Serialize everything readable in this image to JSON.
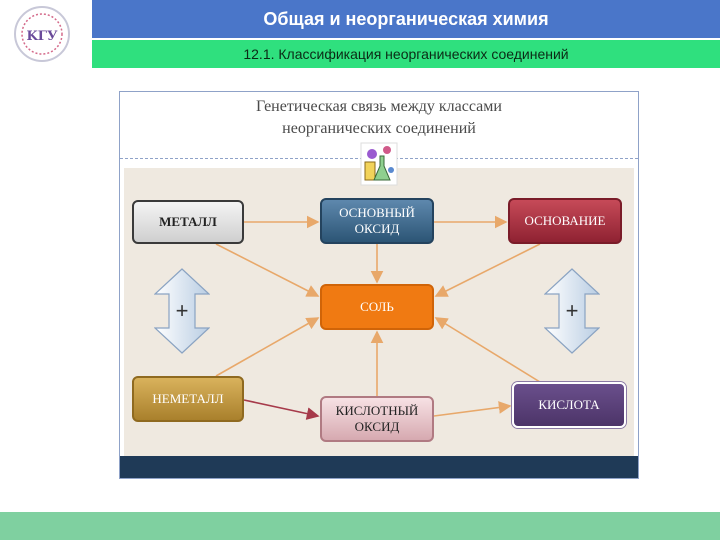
{
  "header": {
    "title": "Общая и неорганическая химия",
    "subtitle": "12.1. Классификация неорганических соединений"
  },
  "logo": {
    "text": "ΚΓУ"
  },
  "diagram": {
    "title_line1": "Генетическая связь между классами",
    "title_line2": "неорганических соединений",
    "nodes": {
      "metal": "МЕТАЛЛ",
      "basic_oxide_l1": "ОСНОВНЫЙ",
      "basic_oxide_l2": "ОКСИД",
      "base": "ОСНОВАНИЕ",
      "salt": "СОЛЬ",
      "nonmetal": "НЕМЕТАЛЛ",
      "acid_oxide_l1": "КИСЛОТНЫЙ",
      "acid_oxide_l2": "ОКСИД",
      "acid": "КИСЛОТА"
    },
    "plus_left": "+",
    "plus_right": "+",
    "colors": {
      "arrow": "#e8a86a",
      "nonmetal_arrow": "#a63a4a",
      "header_blue": "#4a76c9",
      "subheader_green": "#2fe07e"
    }
  }
}
